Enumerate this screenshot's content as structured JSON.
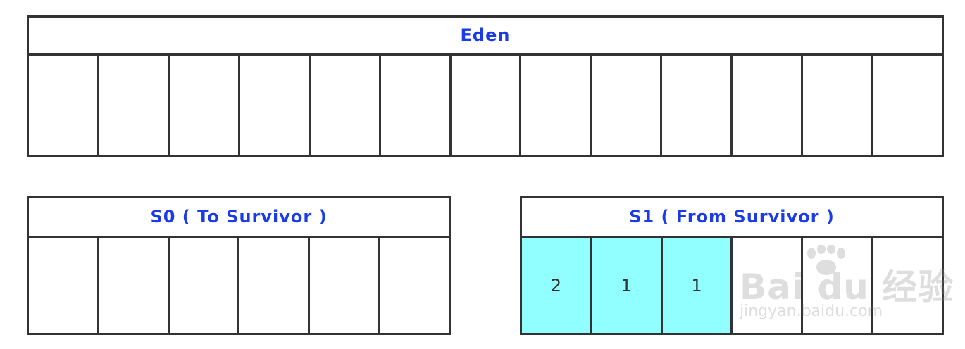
{
  "eden": {
    "title": "Eden",
    "cells": [
      "",
      "",
      "",
      "",
      "",
      "",
      "",
      "",
      "",
      "",
      "",
      "",
      ""
    ]
  },
  "s0": {
    "title": "S0 ( To Survivor )",
    "cells": [
      "",
      "",
      "",
      "",
      "",
      ""
    ]
  },
  "s1": {
    "title": "S1 ( From Survivor )",
    "cells": [
      "2",
      "1",
      "1",
      "",
      "",
      ""
    ],
    "occupied": [
      true,
      true,
      true,
      false,
      false,
      false
    ]
  },
  "watermark": {
    "logo": "Bai du 经验",
    "url": "jingyan.baidu.com"
  },
  "colors": {
    "title_text": "#1a3be6",
    "border": "#333333",
    "occupied_fill": "#91ffff"
  }
}
